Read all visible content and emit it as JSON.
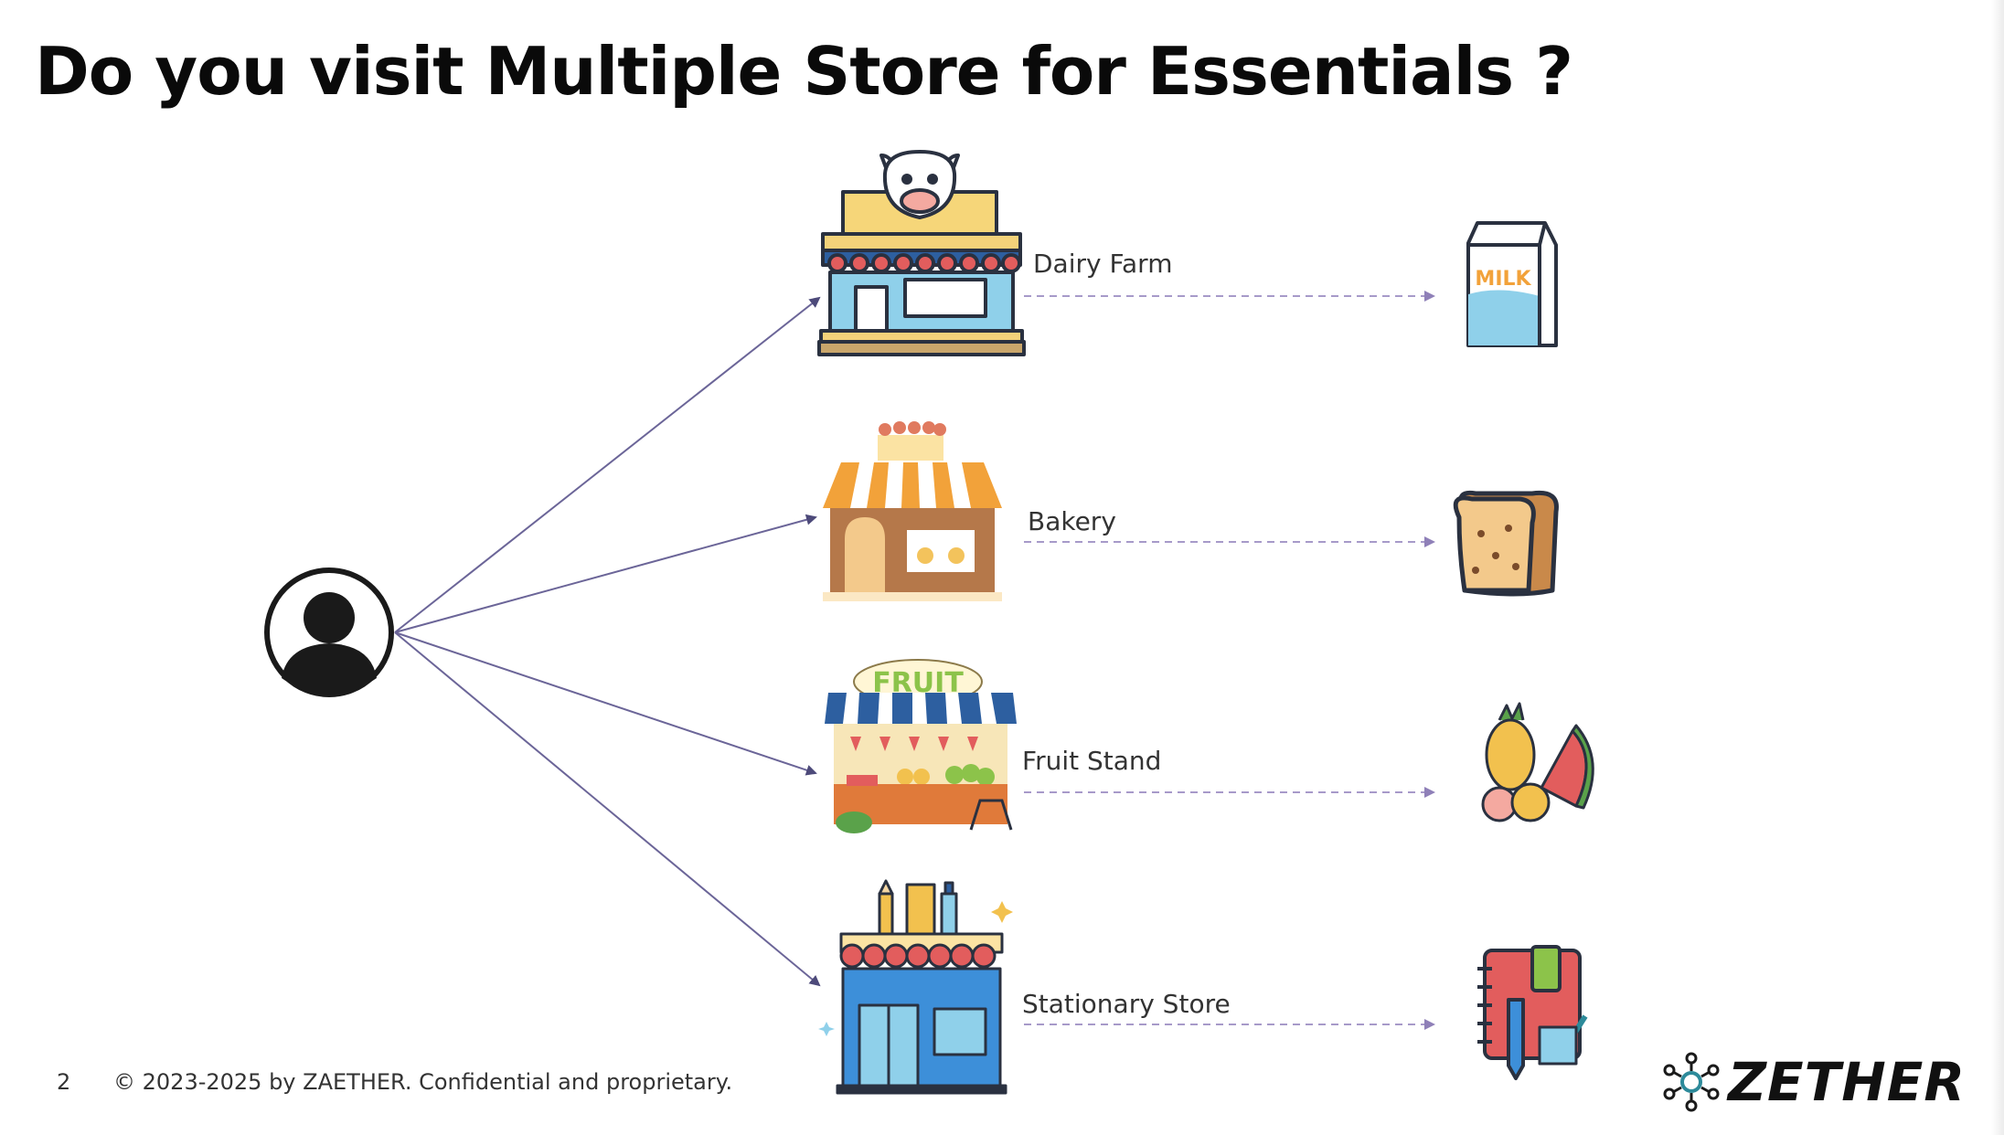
{
  "slide": {
    "title": "Do you visit Multiple Store for Essentials ?",
    "page_number": "2",
    "copyright": "© 2023-2025 by ZAETHER. Confidential and proprietary.",
    "logo_text": "ZETHER"
  },
  "stores": [
    {
      "label": "Dairy Farm",
      "icon": "dairy-farm-shop-icon",
      "product_icon": "milk-carton-icon",
      "product_text": "MILK"
    },
    {
      "label": "Bakery",
      "icon": "bakery-shop-icon",
      "product_icon": "bread-loaf-icon"
    },
    {
      "label": "Fruit Stand",
      "icon": "fruit-stand-icon",
      "product_icon": "fruits-icon",
      "sign_text": "FRUIT"
    },
    {
      "label": "Stationary Store",
      "icon": "stationery-shop-icon",
      "product_icon": "notebook-pencil-icon"
    }
  ],
  "colors": {
    "arrow": "#6b6598",
    "dashed_arrow": "#a79ac9",
    "awning_blue": "#2d5fa0",
    "awning_red": "#e25d5d",
    "awning_orange": "#f2a23a",
    "wall_blue": "#8fd0ea",
    "wall_brown": "#b5784a",
    "outline": "#2a3140"
  },
  "person_icon": "user-avatar-icon"
}
